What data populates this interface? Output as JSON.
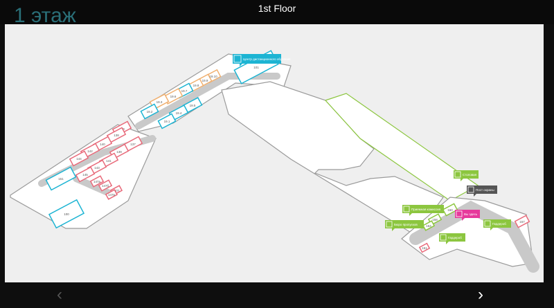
{
  "header": {
    "title": "1st Floor",
    "ghost_title": "1 этаж"
  },
  "nav": {
    "prev_icon": "chevron-left-icon",
    "next_icon": "chevron-right-icon",
    "prev": "‹",
    "next": "›"
  },
  "colors": {
    "cyan": "#1cb4d3",
    "red": "#e86a7a",
    "orange": "#f0b070",
    "green": "#8cc63f",
    "pink": "#e6399b",
    "dark": "#555555",
    "corridor": "#c9c9c9"
  },
  "rooms": [
    {
      "n": "139",
      "c": "red"
    },
    {
      "n": "138",
      "c": "red"
    },
    {
      "n": "140",
      "c": "red"
    },
    {
      "n": "142",
      "c": "red"
    },
    {
      "n": "144",
      "c": "red"
    },
    {
      "n": "137",
      "c": "red"
    },
    {
      "n": "139",
      "c": "red"
    },
    {
      "n": "141",
      "c": "red"
    },
    {
      "n": "143",
      "c": "red"
    },
    {
      "n": "145",
      "c": "red"
    },
    {
      "n": "147а",
      "c": "red"
    },
    {
      "n": "147б",
      "c": "red"
    },
    {
      "n": "147г",
      "c": "red"
    },
    {
      "n": "147в",
      "c": "red"
    },
    {
      "n": "151",
      "c": "cyan"
    },
    {
      "n": "100",
      "c": "cyan"
    },
    {
      "n": "19.10",
      "c": "orange"
    },
    {
      "n": "19.9",
      "c": "orange"
    },
    {
      "n": "19.8",
      "c": "orange"
    },
    {
      "n": "19.7",
      "c": "cyan"
    },
    {
      "n": "19.6",
      "c": "orange"
    },
    {
      "n": "19.3",
      "c": "orange"
    },
    {
      "n": "19.2",
      "c": "cyan"
    },
    {
      "n": "19.5",
      "c": "cyan"
    },
    {
      "n": "19.4",
      "c": "cyan"
    },
    {
      "n": "19.1",
      "c": "cyan"
    },
    {
      "n": "101",
      "c": "cyan"
    },
    {
      "n": "160",
      "c": "green"
    },
    {
      "n": "158",
      "c": "green"
    },
    {
      "n": "164",
      "c": "green"
    },
    {
      "n": "157",
      "c": "red"
    },
    {
      "n": "151",
      "c": "red"
    }
  ],
  "pins": [
    {
      "label": "Центр дистанционного обучения",
      "icon": "dlc-logo-icon",
      "c": "cyan"
    },
    {
      "label": "Столовая",
      "icon": "cutlery-icon",
      "c": "green"
    },
    {
      "label": "Пост охраны",
      "icon": "shield-icon",
      "c": "dark"
    },
    {
      "label": "Приемная комиссия",
      "icon": "document-icon",
      "c": "green"
    },
    {
      "label": "Вы здесь",
      "icon": "person-icon",
      "c": "pink"
    },
    {
      "label": "Бюро пропусков",
      "icon": "id-card-icon",
      "c": "green"
    },
    {
      "label": "Гардероб",
      "icon": "hanger-icon",
      "c": "green"
    },
    {
      "label": "Гардероб",
      "icon": "hanger-icon",
      "c": "green"
    }
  ]
}
